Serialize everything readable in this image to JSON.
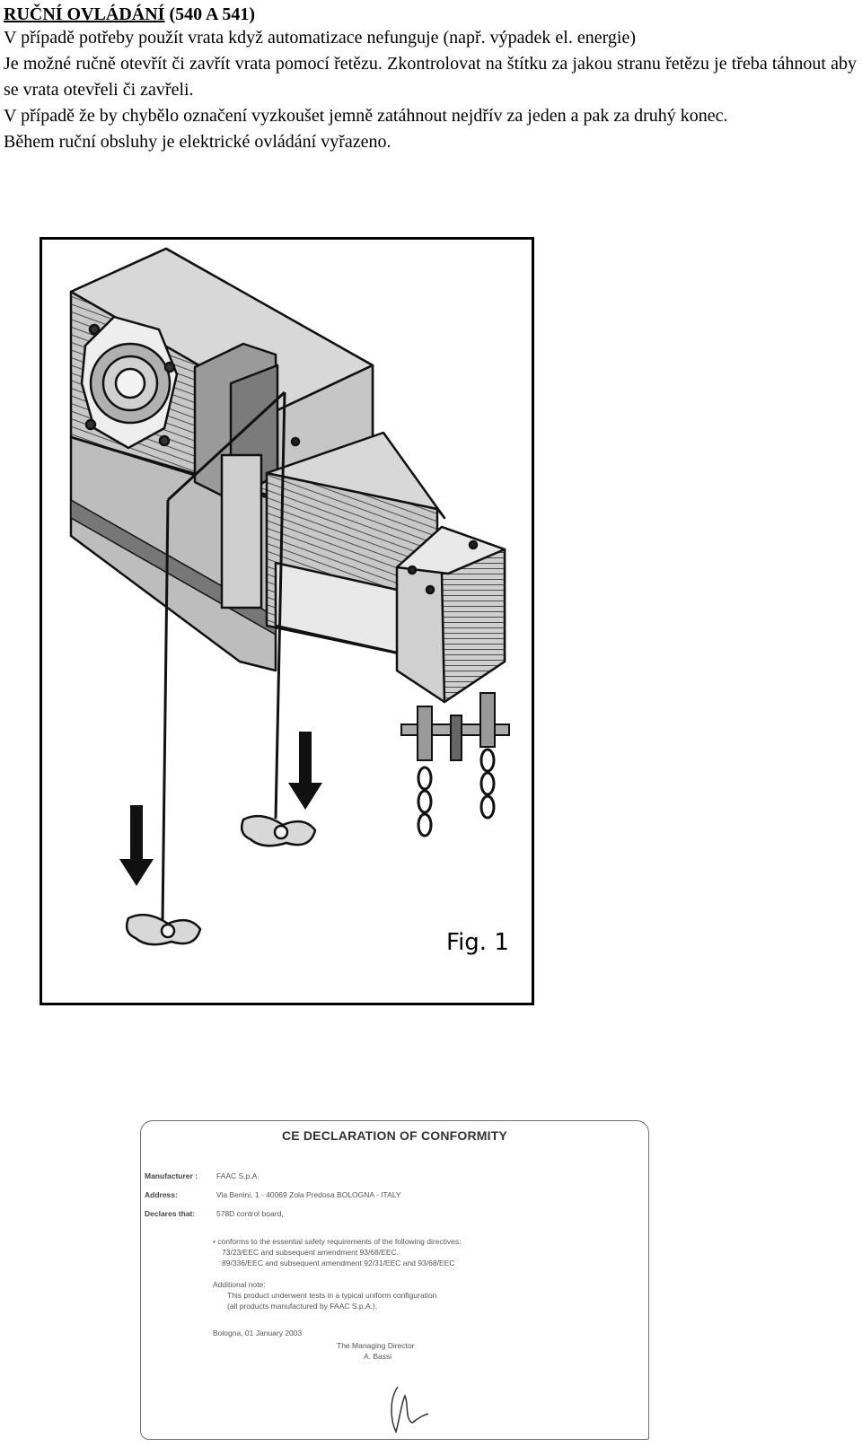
{
  "document": {
    "title_underlined": "RUČNÍ OVLÁDÁNÍ",
    "title_rest": "(540 A 541)",
    "paragraphs": [
      "V případě potřeby použít vrata když automatizace nefunguje (např. výpadek el. energie)",
      "Je možné ručně otevřít či zavřít vrata pomocí řetězu. Zkontrolovat na štítku za jakou stranu řetězu je třeba táhnout aby se vrata otevřeli či zavřeli.",
      "V případě že by chybělo označení vyzkoušet jemně zatáhnout nejdřív za jeden a pak za druhý konec.",
      "Během ruční obsluhy je elektrické ovládání vyřazeno."
    ]
  },
  "figure": {
    "label": "Fig. 1",
    "colors": {
      "motor_body": "#cfcfcf",
      "motor_dark": "#8a8a8a",
      "ink": "#111111"
    },
    "icons": [
      "gear-motor-illustration",
      "chain-handle-icon",
      "down-arrow-icon"
    ]
  },
  "certificate": {
    "heading": "CE DECLARATION OF CONFORMITY",
    "manufacturer_label": "Manufacturer :",
    "manufacturer_value": "FAAC S.p.A.",
    "address_label": "Address:",
    "address_value": "Via Benini, 1  -  40069  Zola Predosa BOLOGNA - ITALY",
    "declares_label": "Declares that:",
    "declares_value": "578D control board,",
    "conforms_line": "• conforms to the essential safety requirements of the following directives:",
    "directive_1": "73/23/EEC and subsequent amendment 93/68/EEC.",
    "directive_2": "89/336/EEC and subsequent amendment 92/31/EEC and 93/68/EEC",
    "additional_label": "Additional note:",
    "note_1": "This product underwent tests in a typical uniform configuration",
    "note_2": "(all products manufactured by FAAC S.p.A.).",
    "place_date": "Bologna, 01 January 2003",
    "director_title": "The Managing Director",
    "director_name": "A. Bassi"
  }
}
